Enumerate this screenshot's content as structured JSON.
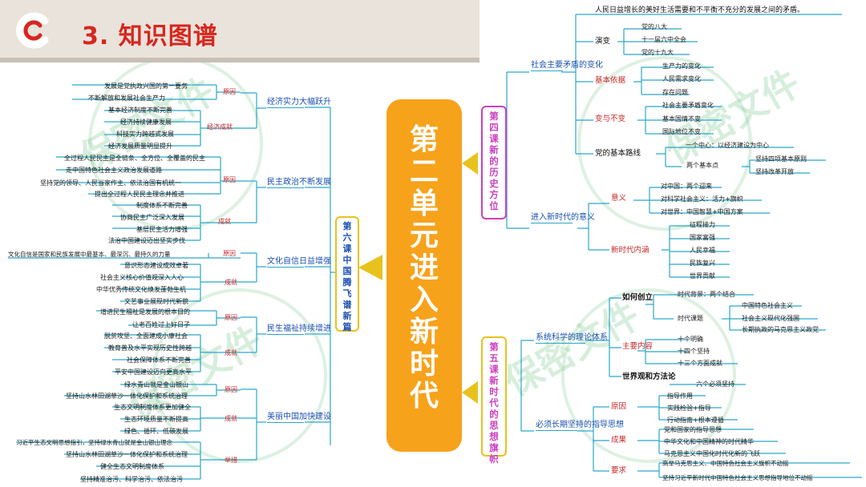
{
  "header": {
    "title": "3. 知识图谱"
  },
  "center": {
    "text": "第二单元 进入新时代"
  },
  "watermark": "保密文件",
  "left_branch": {
    "lesson_title": "第六课 中国腾飞谱新篇",
    "topics": [
      {
        "title": "经济实力大幅跃升",
        "groups": [
          {
            "label": "原因",
            "items": [
              "发展是党执政兴国的第一要务",
              "不断解放和发展社会生产力",
              "基本经济制度不断完善"
            ]
          },
          {
            "label": "经济成就",
            "items": [
              "经济持续健康发展",
              "科技实力跨越式发展",
              "经济发展质量明显提升"
            ]
          }
        ]
      },
      {
        "title": "民主政治不断发展",
        "groups": [
          {
            "label": "原因",
            "items": [
              "全过程人民民主是全链条、全方位、全覆盖的民主",
              "走中国特色社会主义政治发展道路",
              "坚持党的领导、人民当家作主、依法治国有机统一",
              "提出全过程人民民主理念并推进"
            ]
          },
          {
            "label": "成就",
            "items": [
              "制度体系不断完善",
              "协商民主广泛深入发展",
              "基层民主活力增强",
              "法治中国建设迈出坚实步伐"
            ]
          }
        ]
      },
      {
        "title": "文化自信日益增强",
        "groups": [
          {
            "label": "原因",
            "items": [
              "文化自信是国家和民族发展中最基本、最深沉、最持久的力量"
            ]
          },
          {
            "label": "成就",
            "items": [
              "意识形态建设成效卓著",
              "社会主义核心价值观深入人心",
              "中华优秀传统文化焕发蓬勃生机",
              "文艺事业展现时代新貌"
            ]
          }
        ]
      },
      {
        "title": "民生福祉持续增进",
        "groups": [
          {
            "label": "原因",
            "items": [
              "增进民生福祉是发展的根本目的",
              "让老百姓过上好日子"
            ]
          },
          {
            "label": "成就",
            "items": [
              "脱贫攻坚、全面建成小康社会",
              "教育普及水平实现历史性跨越",
              "社会保障体系不断完善",
              "平安中国建设迈向更高水平"
            ]
          }
        ]
      },
      {
        "title": "美丽中国加快建设",
        "groups": [
          {
            "label": "原因",
            "items": [
              "绿水青山就是金山银山",
              "坚持山水林田湖草沙一体化保护和系统治理"
            ]
          },
          {
            "label": "成就",
            "items": [
              "生态文明制度体系更加健全",
              "生态环境质量不断提高",
              "绿色、循环、低碳发展"
            ]
          },
          {
            "label": "举措",
            "items": [
              "习近平生态文明思想指引，坚持绿水青山就是金山银山理念",
              "坚持山水林田湖草沙一体化保护和系统治理",
              "健全生态文明制度体系",
              "坚持精准治污、科学治污、依法治污"
            ]
          }
        ]
      }
    ]
  },
  "right_top": {
    "lesson_title": "第四课 新的历史方位",
    "sec1_title": "社会主要矛盾的变化",
    "sec1_top": "人民日益增长的美好生活需要和不平衡不充分的发展之间的矛盾。",
    "yanbian": {
      "label": "演变",
      "items": [
        "党的八大",
        "十一届六中全会",
        "党的十九大"
      ]
    },
    "yiju": {
      "label": "基本依据",
      "items": [
        "生产力的变化",
        "人民需求变化",
        "存在问题"
      ]
    },
    "bian": {
      "label": "变与不变",
      "items": [
        "社会主要矛盾变化",
        "基本国情不变",
        "国际地位不变"
      ]
    },
    "luxian": {
      "label": "党的基本路线",
      "center": "一个中心：以经济建设为中心",
      "two_points": "两个基本点",
      "points": [
        "坚持四项基本原则",
        "坚持改革开放"
      ]
    },
    "sec2_title": "进入新时代的意义",
    "yiyi": {
      "label": "意义",
      "items": [
        "对中国：两个迎来",
        "对科学社会主义：活力+旗帜",
        "对世界：中国智慧+中国方案"
      ]
    },
    "neihan": {
      "label": "新时代内涵",
      "items": [
        "征程接力",
        "国家富强",
        "人民幸福",
        "民族复兴",
        "世界贡献"
      ]
    }
  },
  "right_bottom": {
    "lesson_title": "第五课 新时代的思想旗帜",
    "sec1_title": "系统科学的理论体系",
    "chuangli": {
      "label": "如何创立",
      "bg_label": "时代背景：两个结合",
      "topic_label": "时代课题",
      "topics": [
        "中国特色社会主义",
        "社会主义现代化强国",
        "长期执政的马克思主义政党"
      ]
    },
    "neirong": {
      "label": "主要内容",
      "items": [
        "十个明确",
        "十四个坚持",
        "十三个方面成就"
      ]
    },
    "fangfa": {
      "label": "世界观和方法论",
      "item": "六个必须坚持"
    },
    "sec2_title": "必须长期坚持的指导思想",
    "yuanyin": {
      "label": "原因",
      "items": [
        "指导作用",
        "实践检验+指导",
        "行动指南+根本遵循"
      ]
    },
    "fazhan": {
      "label": "成果",
      "items": [
        "党和国家的指导思想",
        "中华文化和中国精神的时代精华",
        "马克思主义中国化时代化新的飞跃"
      ]
    },
    "yaoqiu": {
      "label": "要求",
      "items": [
        "高举马克思主义、中国特色社会主义旗帜不动摇",
        "坚持习近平新时代中国特色社会主义思想指导地位不动摇"
      ]
    }
  },
  "colors": {
    "title_red": "#d7261e",
    "center_orange": "#f7a21b",
    "tree_line": "#2aa7c9",
    "magenta": "#cc3fc2",
    "label_red": "#c82828",
    "topic_blue": "#1a4fb0"
  }
}
